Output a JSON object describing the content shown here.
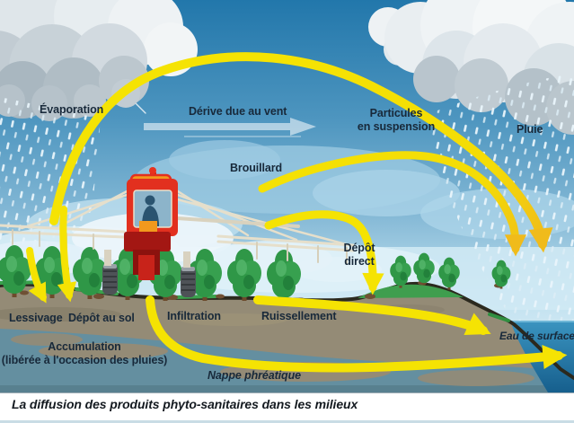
{
  "diagram": {
    "caption": "La diffusion des produits phyto-sanitaires dans les milieux",
    "labels": {
      "evaporation": "Évaporation",
      "derive_due_au_vent": "Dérive due au vent",
      "particules_en_suspension": "Particules\nen suspension",
      "pluie": "Pluie",
      "brouillard": "Brouillard",
      "depot_direct": "Dépôt\ndirect",
      "lessivage": "Lessivage",
      "depot_au_sol": "Dépôt au sol",
      "infiltration": "Infiltration",
      "ruissellement": "Ruissellement",
      "accumulation": "Accumulation\n(libérée à l'occasion des pluies)",
      "nappe_phreatique": "Nappe phréatique",
      "eau_de_surface": "Eau de surface"
    },
    "colors": {
      "flow_arrow_yellow": "#f5e303",
      "flow_arrow_orange_tip": "#f0bb1b",
      "sky_top": "#2277ab",
      "sky_horizon": "#dceff7",
      "sun": "#f3ac2e",
      "cloud_gray": "#b0bdc5",
      "fog_blue": "#9ecbe2",
      "soil_brown": "#948b76",
      "groundwater_teal": "#648fa0",
      "surface_water_blue": "#2b85b2",
      "terrain_outline": "#2b291e",
      "crop_green": "#2f9747",
      "tractor_red": "#e2301f",
      "tractor_orange": "#f2991d",
      "label_text": "#18293a"
    }
  }
}
